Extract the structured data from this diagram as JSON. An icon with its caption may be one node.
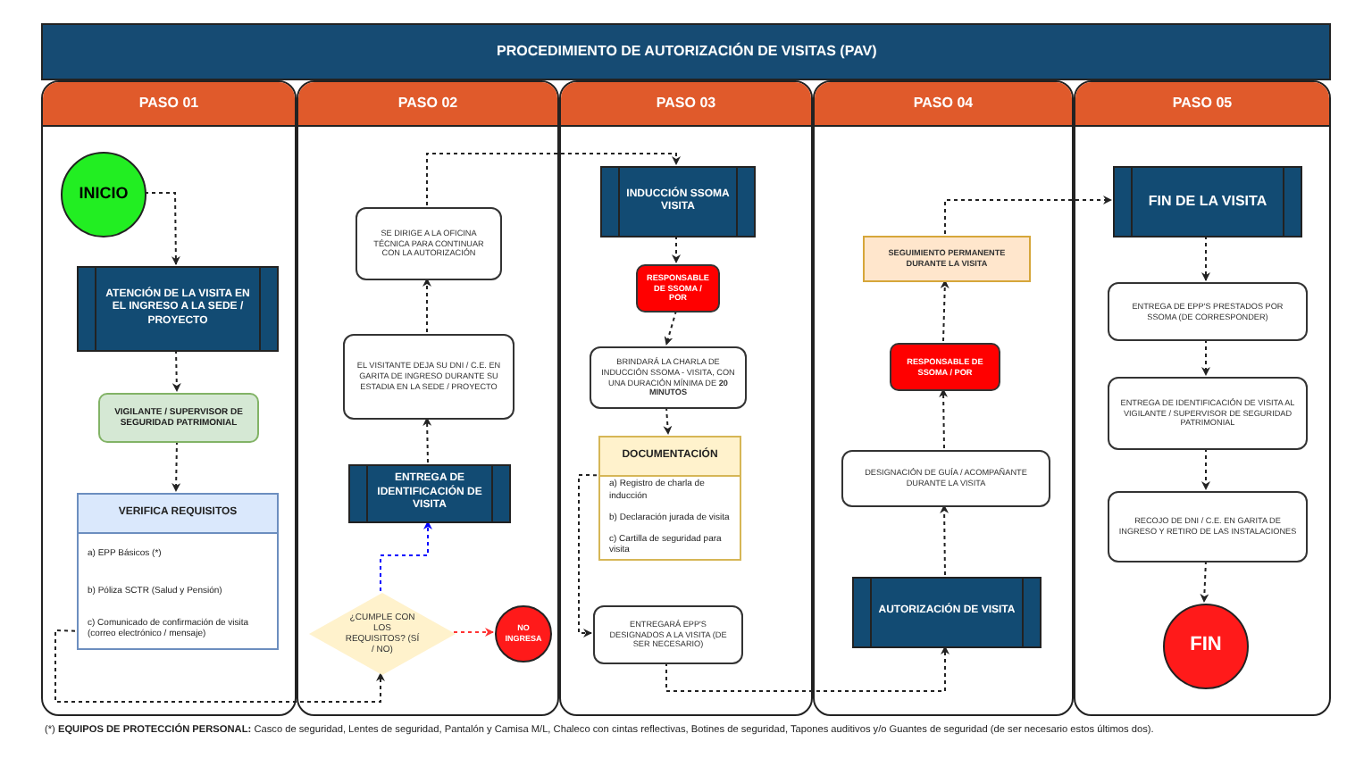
{
  "diagram": {
    "title": "PROCEDIMIENTO DE AUTORIZACIÓN DE VISITAS (PAV)",
    "nodes": [
      {
        "text": [
          "PASO 01"
        ]
      },
      {
        "text": [
          "PASO 02"
        ]
      },
      {
        "text": [
          "PASO 03"
        ]
      },
      {
        "text": [
          "PASO 04"
        ]
      },
      {
        "text": [
          "PASO 05"
        ]
      },
      {
        "text": [
          "INICIO"
        ],
        "in": 0
      },
      {
        "text": [
          "ATENCIÓN DE LA VISITA EN EL INGRESO A LA SEDE / PROYECTO"
        ],
        "in": 0
      },
      {
        "text": [
          "VIGILANTE / SUPERVISOR DE SEGURIDAD PATRIMONIAL"
        ],
        "in": 0
      },
      {
        "text": [
          "VERIFICA REQUISITOS",
          "a) EPP Básicos (*)",
          "b) Póliza SCTR (Salud y Pensión)",
          "c) Comunicado de confirmación de visita (correo electrónico / mensaje)"
        ],
        "in": 0
      },
      {
        "text": [
          "SE DIRIGE A LA OFICINA TÉCNICA PARA CONTINUAR CON LA AUTORIZACIÓN"
        ],
        "in": 1
      },
      {
        "text": [
          "EL VISITANTE DEJA SU DNI / C.E. EN GARITA DE INGRESO DURANTE SU ESTADIA EN LA SEDE / PROYECTO"
        ],
        "in": 1
      },
      {
        "text": [
          "ENTREGA DE IDENTIFICACIÓN DE VISITA"
        ],
        "in": 1
      },
      {
        "text": [
          "¿CUMPLE CON LOS REQUISITOS? (SÍ / NO)"
        ],
        "in": 1
      },
      {
        "text": [
          "NO INGRESA"
        ],
        "in": 1
      },
      {
        "text": [
          "INDUCCIÓN SSOMA VISITA"
        ],
        "in": 2
      },
      {
        "text": [
          "RESPONSABLE DE SSOMA / POR"
        ],
        "in": 2
      },
      {
        "text": [
          "BRINDARÁ LA CHARLA DE INDUCCIÓN SSOMA - VISITA, CON UNA DURACIÓN MÍNIMA DE **20 MINUTOS**"
        ],
        "in": 2
      },
      {
        "text": [
          "DOCUMENTACIÓN",
          "a) Registro de charla de inducción",
          "b) Declaración jurada de visita",
          "c) Cartilla de seguridad para visita"
        ],
        "in": 2
      },
      {
        "text": [
          "ENTREGARÁ EPP'S DESIGNADOS A LA VISITA (DE SER NECESARIO)"
        ],
        "in": 2
      },
      {
        "text": [
          "SEGUIMIENTO PERMANENTE DURANTE LA VISITA"
        ],
        "in": 3
      },
      {
        "text": [
          "RESPONSABLE DE SSOMA / POR"
        ],
        "in": 3
      },
      {
        "text": [
          "DESIGNACIÓN DE GUÍA / ACOMPAÑANTE DURANTE LA VISITA"
        ],
        "in": 3
      },
      {
        "text": [
          "AUTORIZACIÓN DE VISITA"
        ],
        "in": 3
      },
      {
        "text": [
          "FIN DE LA VISITA"
        ],
        "in": 4
      },
      {
        "text": [
          "ENTREGA DE EPP'S PRESTADOS POR SSOMA (DE CORRESPONDER)"
        ],
        "in": 4
      },
      {
        "text": [
          "ENTREGA DE IDENTIFICACIÓN DE VISITA AL VIGILANTE / SUPERVISOR DE SEGURIDAD PATRIMONIAL"
        ],
        "in": 4
      },
      {
        "text": [
          "RECOJO DE DNI / C.E. EN GARITA DE INGRESO Y RETIRO DE LAS INSTALACIONES"
        ],
        "in": 4
      },
      {
        "text": [
          "FIN"
        ],
        "in": 4
      }
    ],
    "edges": [
      {
        "from": 5,
        "to": 6,
        "arrow": "to",
        "style": "dashed"
      },
      {
        "from": 6,
        "to": 7,
        "arrow": "to",
        "style": "dashed"
      },
      {
        "from": 7,
        "to": 8,
        "arrow": "to",
        "style": "dashed"
      },
      {
        "from": 8,
        "to": 12,
        "arrow": "to",
        "style": "dashed"
      },
      {
        "from": 12,
        "to": 13,
        "arrow": "to",
        "style": "dashed",
        "color": "#ff3333"
      },
      {
        "from": 12,
        "to": 11,
        "arrow": "to",
        "style": "dashed",
        "color": "#0000ff"
      },
      {
        "from": 11,
        "to": 10,
        "arrow": "to",
        "style": "dashed"
      },
      {
        "from": 10,
        "to": 9,
        "arrow": "to",
        "style": "dashed"
      },
      {
        "from": 9,
        "to": 14,
        "arrow": "to",
        "style": "dashed"
      },
      {
        "from": 14,
        "to": 15,
        "arrow": "to",
        "style": "dashed"
      },
      {
        "from": 15,
        "to": 16,
        "arrow": "to",
        "style": "dashed"
      },
      {
        "from": 16,
        "to": 17,
        "arrow": "to",
        "style": "dashed"
      },
      {
        "from": 17,
        "to": 18,
        "arrow": "to",
        "style": "dashed"
      },
      {
        "from": 18,
        "to": 22,
        "arrow": "to",
        "style": "dashed"
      },
      {
        "from": 22,
        "to": 21,
        "arrow": "to",
        "style": "dashed"
      },
      {
        "from": 21,
        "to": 20,
        "arrow": "to",
        "style": "dashed"
      },
      {
        "from": 20,
        "to": 19,
        "arrow": "to",
        "style": "dashed"
      },
      {
        "from": 19,
        "to": 23,
        "arrow": "to",
        "style": "dashed"
      },
      {
        "from": 23,
        "to": 24,
        "arrow": "to",
        "style": "dashed"
      },
      {
        "from": 24,
        "to": 25,
        "arrow": "to",
        "style": "dashed"
      },
      {
        "from": 25,
        "to": 26,
        "arrow": "to",
        "style": "dashed"
      },
      {
        "from": 26,
        "to": 27,
        "arrow": "to",
        "style": "dashed"
      }
    ],
    "labels": [
      "(*) **EQUIPOS DE PROTECCIÓN PERSONAL:** Casco de seguridad, Lentes de seguridad, Pantalón y Camisa M/L, Chaleco con cintas reflectivas, Botines de seguridad, Tapones auditivos y/o Guantes de seguridad (de ser necesario estos últimos dos)."
    ]
  }
}
